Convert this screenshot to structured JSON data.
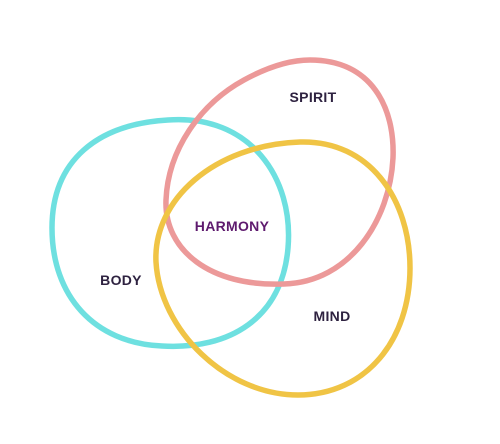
{
  "diagram": {
    "type": "venn",
    "sets": [
      {
        "id": "body",
        "label": "BODY",
        "color": "#6ee0e0"
      },
      {
        "id": "spirit",
        "label": "SPIRIT",
        "color": "#ec9999"
      },
      {
        "id": "mind",
        "label": "MIND",
        "color": "#f0c445"
      }
    ],
    "intersection": {
      "label": "HARMONY",
      "color": "#5e1a6e"
    },
    "text_color": "#2e2240"
  }
}
